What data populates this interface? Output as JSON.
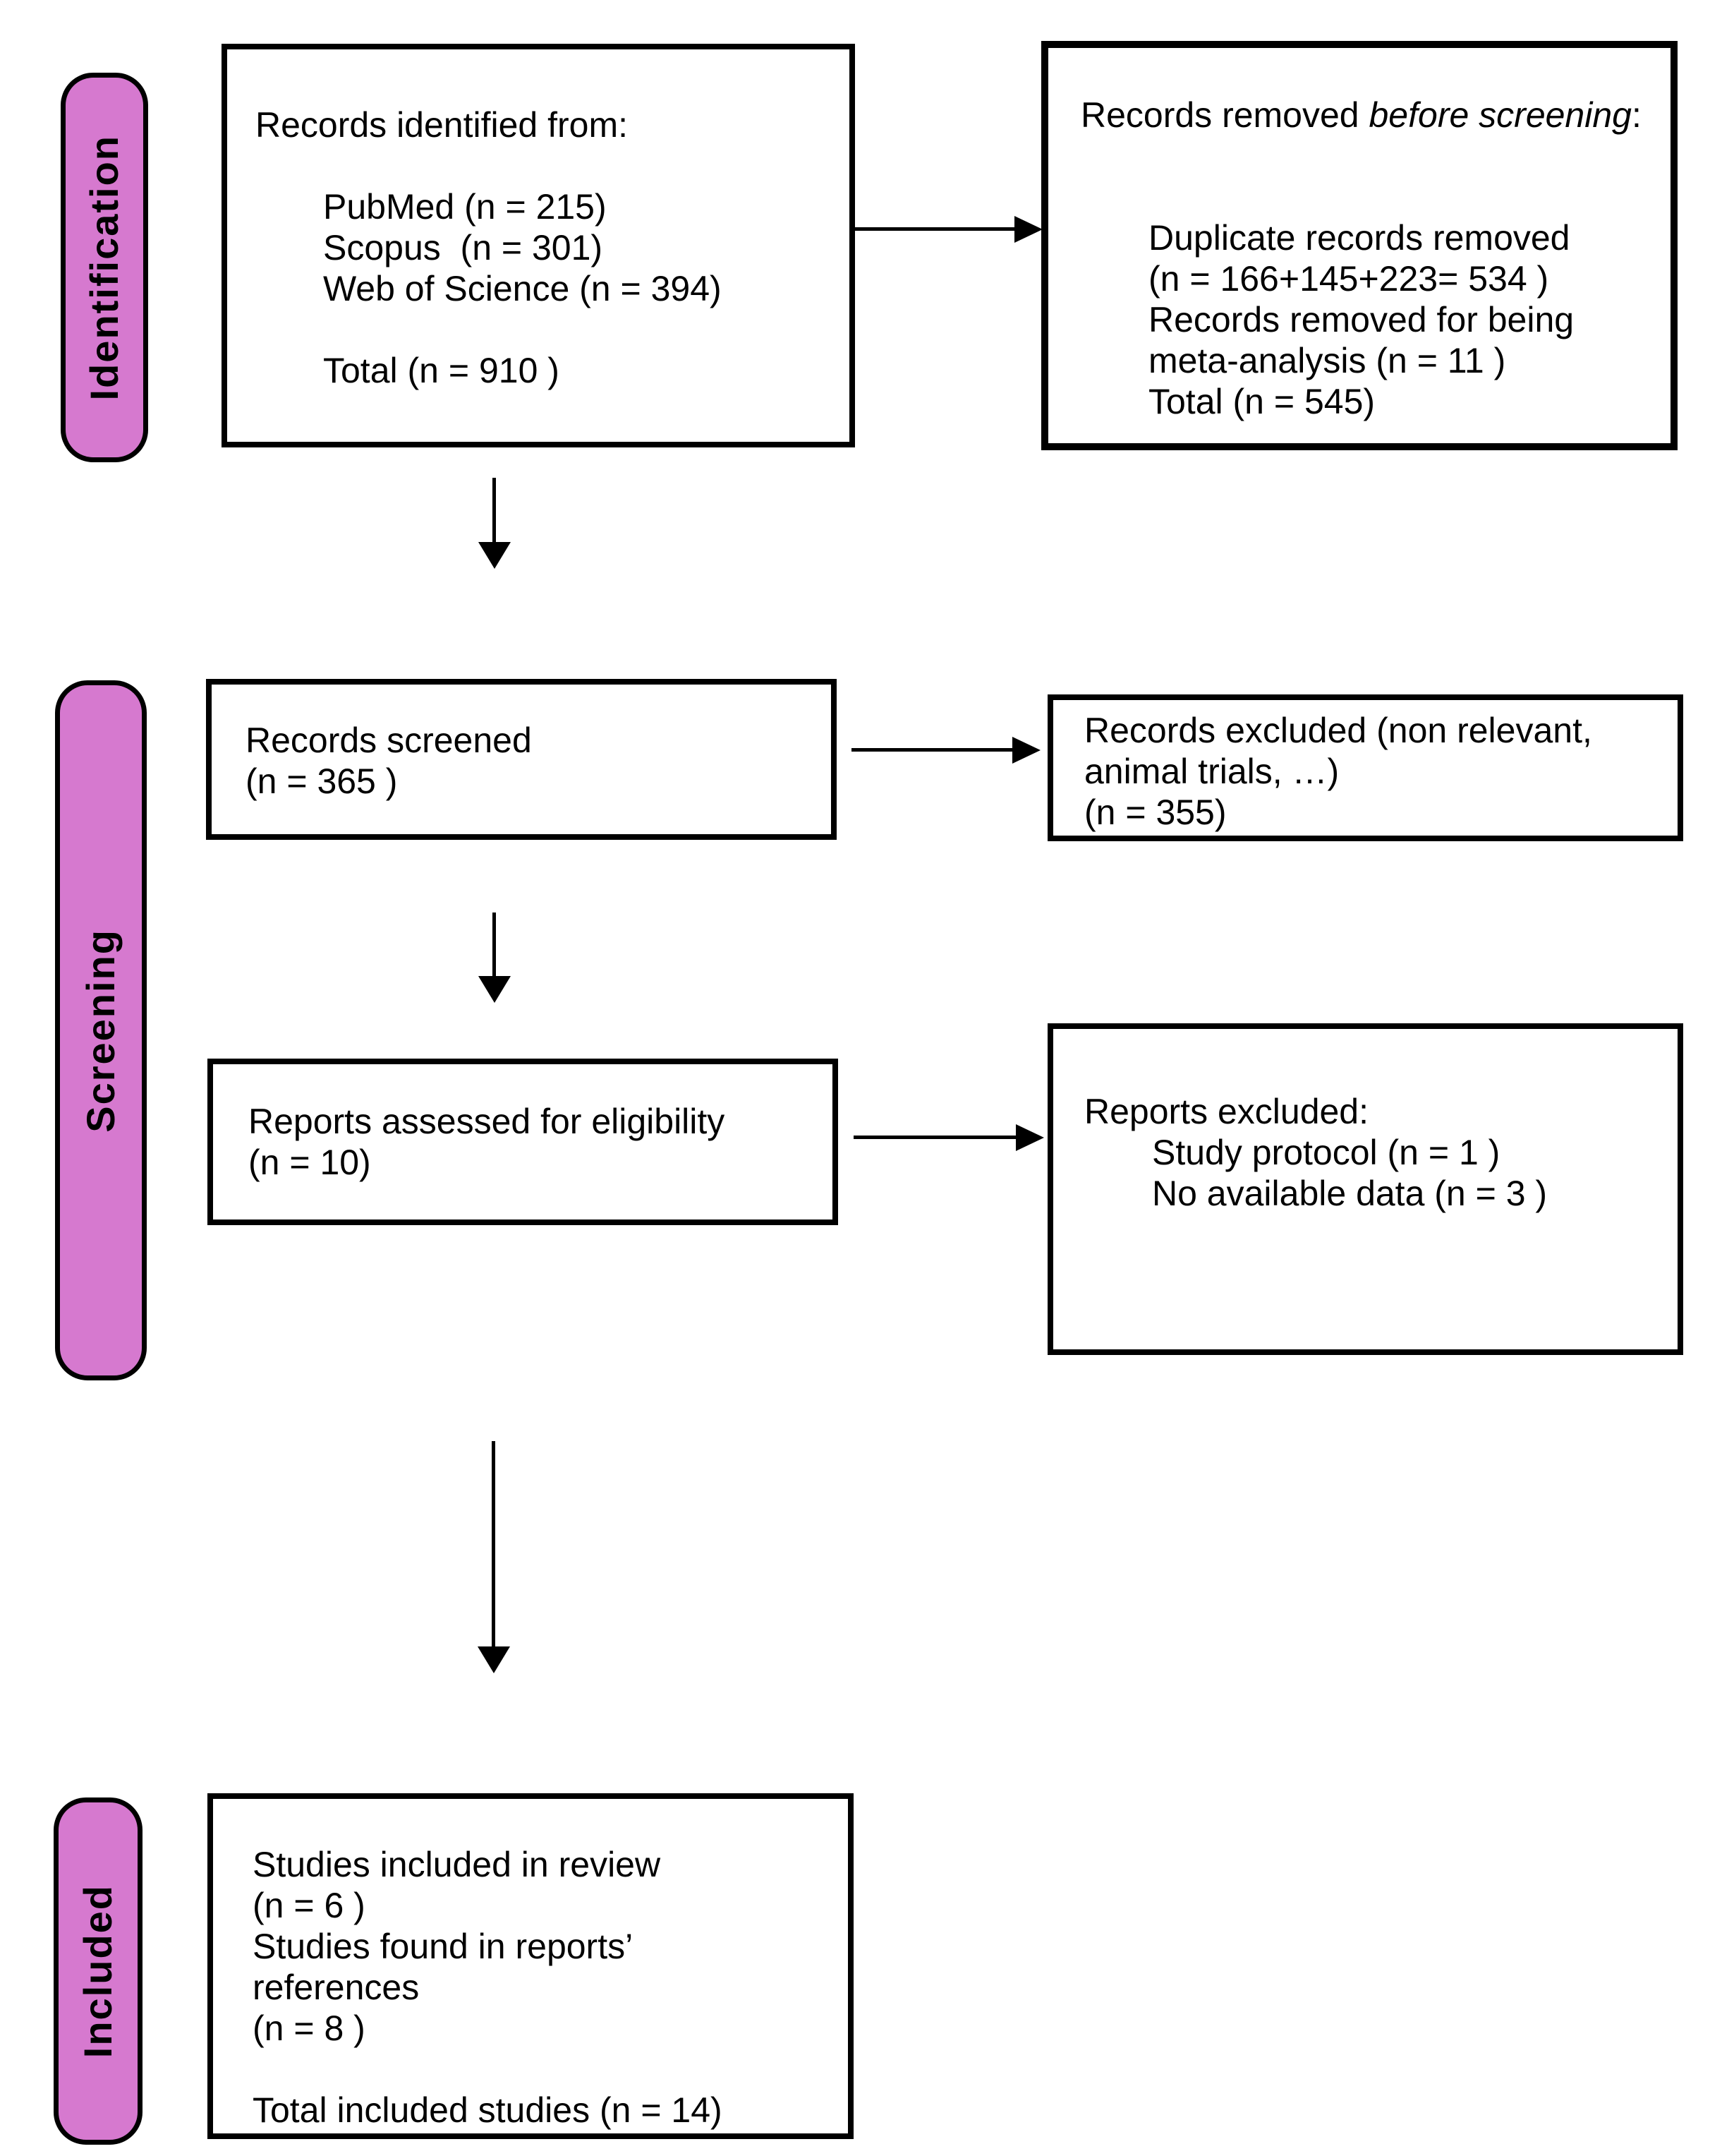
{
  "colors": {
    "stage_fill": "#D679CF",
    "border": "#000000",
    "background": "#FFFFFF",
    "text": "#000000"
  },
  "stages": {
    "identification": {
      "label": "Identification"
    },
    "screening": {
      "label": "Screening"
    },
    "included": {
      "label": "Included"
    }
  },
  "boxes": {
    "records_identified": {
      "header": "Records identified from:",
      "item1": "PubMed (n = 215)",
      "item2": "Scopus  (n = 301)",
      "item3": "Web of Science (n = 394)",
      "total": "Total (n = 910 )"
    },
    "records_removed": {
      "header_pre": "Records removed ",
      "header_italic": "before screening",
      "header_post": ":",
      "line1": "Duplicate records removed",
      "line2": "(n = 166+145+223= 534 )",
      "line3": "Records removed for being",
      "line4": "meta-analysis (n = 11 )",
      "line5": "Total (n = 545)"
    },
    "records_screened": {
      "line1": "Records screened",
      "line2": "(n = 365 )"
    },
    "records_excluded": {
      "line1": "Records excluded (non relevant,",
      "line2": "animal trials, …)",
      "line3": "(n = 355)"
    },
    "reports_assessed": {
      "line1": "Reports assessed for eligibility",
      "line2": "(n = 10)"
    },
    "reports_excluded": {
      "header": "Reports excluded:",
      "line1": "Study protocol (n = 1 )",
      "line2": "No available data (n = 3 )"
    },
    "studies_included": {
      "line1": "Studies included in review",
      "line2": "(n = 6 )",
      "line3": "Studies found in reports’",
      "line4": "references",
      "line5": "(n = 8 )",
      "line6": "",
      "line7": "Total included studies (n = 14)"
    }
  }
}
